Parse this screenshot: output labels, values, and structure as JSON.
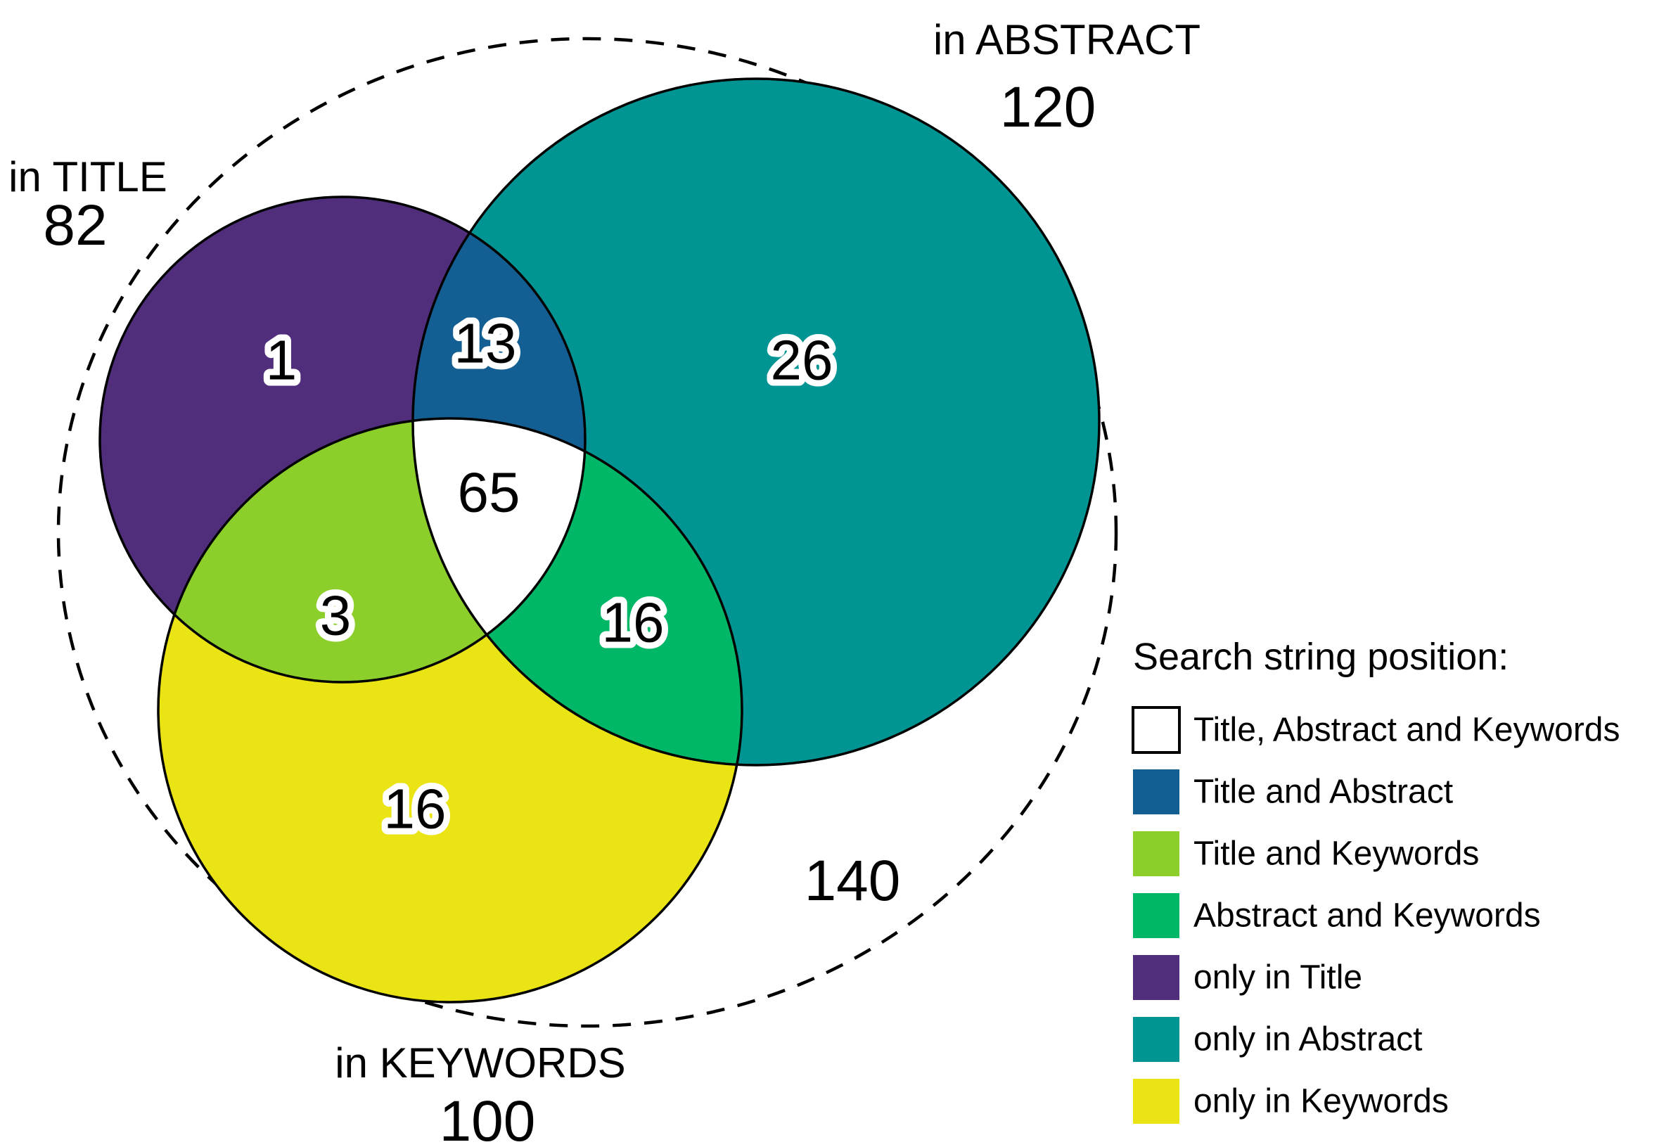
{
  "venn": {
    "sets": {
      "title": {
        "label": "in TITLE",
        "total": "82"
      },
      "abstract": {
        "label": "in ABSTRACT",
        "total": "120"
      },
      "keywords": {
        "label": "in KEYWORDS",
        "total": "100"
      }
    },
    "union_total": "140",
    "regions": {
      "only_title": "1",
      "title_and_abstract": "13",
      "only_abstract": "26",
      "title_and_keywords": "3",
      "all_three": "65",
      "abstract_and_keywords": "16",
      "only_keywords": "16"
    }
  },
  "colors": {
    "title_only": "#502E7C",
    "abstract_only": "#009492",
    "keywords_only": "#EAE414",
    "title_abstract": "#135F93",
    "title_keywords": "#8CCF2B",
    "abstract_keywords": "#00B767",
    "triple": "#FFFFFF"
  },
  "legend": {
    "title": "Search string position:",
    "items": [
      {
        "label": "Title, Abstract and Keywords",
        "color": "#FFFFFF"
      },
      {
        "label": "Title and Abstract",
        "color": "#135F93"
      },
      {
        "label": "Title and Keywords",
        "color": "#8CCF2B"
      },
      {
        "label": "Abstract and Keywords",
        "color": "#00B767"
      },
      {
        "label": "only in Title",
        "color": "#502E7C"
      },
      {
        "label": "only in Abstract",
        "color": "#009492"
      },
      {
        "label": "only in Keywords",
        "color": "#EAE414"
      }
    ]
  },
  "chart_data": {
    "type": "venn",
    "title": "",
    "legend_title": "Search string position:",
    "legend_position": "right",
    "sets": [
      {
        "name": "TITLE",
        "label": "in TITLE",
        "total": 82
      },
      {
        "name": "ABSTRACT",
        "label": "in ABSTRACT",
        "total": 120
      },
      {
        "name": "KEYWORDS",
        "label": "in KEYWORDS",
        "total": 100
      }
    ],
    "union_total": 140,
    "regions": [
      {
        "sets": [
          "TITLE"
        ],
        "value": 1,
        "color": "#502E7C",
        "legend_label": "only in Title"
      },
      {
        "sets": [
          "TITLE",
          "ABSTRACT"
        ],
        "value": 13,
        "color": "#135F93",
        "legend_label": "Title and Abstract"
      },
      {
        "sets": [
          "ABSTRACT"
        ],
        "value": 26,
        "color": "#009492",
        "legend_label": "only in Abstract"
      },
      {
        "sets": [
          "TITLE",
          "KEYWORDS"
        ],
        "value": 3,
        "color": "#8CCF2B",
        "legend_label": "Title and Keywords"
      },
      {
        "sets": [
          "TITLE",
          "ABSTRACT",
          "KEYWORDS"
        ],
        "value": 65,
        "color": "#FFFFFF",
        "legend_label": "Title, Abstract and Keywords"
      },
      {
        "sets": [
          "ABSTRACT",
          "KEYWORDS"
        ],
        "value": 16,
        "color": "#00B767",
        "legend_label": "Abstract and Keywords"
      },
      {
        "sets": [
          "KEYWORDS"
        ],
        "value": 16,
        "color": "#EAE414",
        "legend_label": "only in Keywords"
      }
    ]
  }
}
